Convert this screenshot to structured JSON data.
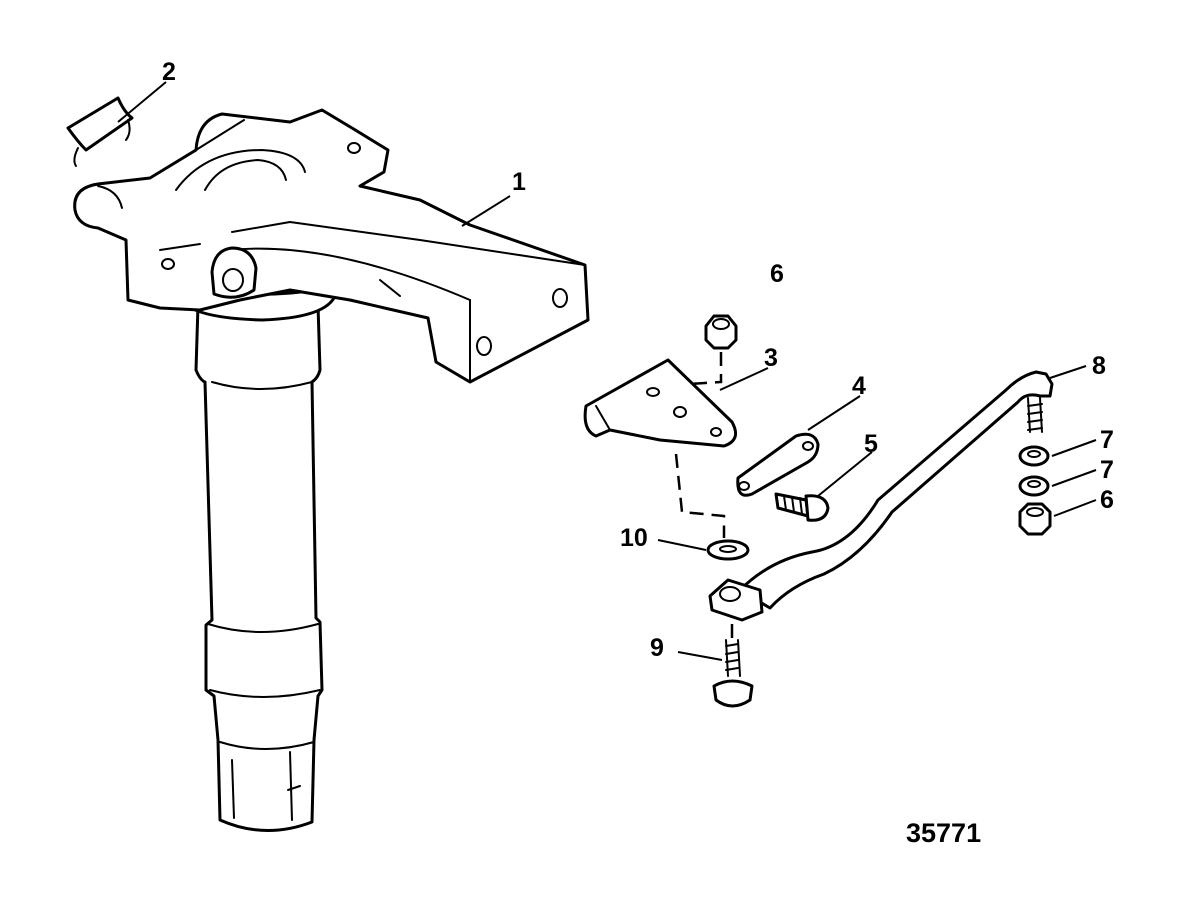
{
  "callouts": [
    {
      "id": "1",
      "text": "1"
    },
    {
      "id": "2",
      "text": "2"
    },
    {
      "id": "3",
      "text": "3"
    },
    {
      "id": "4",
      "text": "4"
    },
    {
      "id": "5",
      "text": "5"
    },
    {
      "id": "6a",
      "text": "6"
    },
    {
      "id": "6b",
      "text": "6"
    },
    {
      "id": "7a",
      "text": "7"
    },
    {
      "id": "7b",
      "text": "7"
    },
    {
      "id": "8",
      "text": "8"
    },
    {
      "id": "9",
      "text": "9"
    },
    {
      "id": "10",
      "text": "10"
    }
  ],
  "figure_number": "35771"
}
